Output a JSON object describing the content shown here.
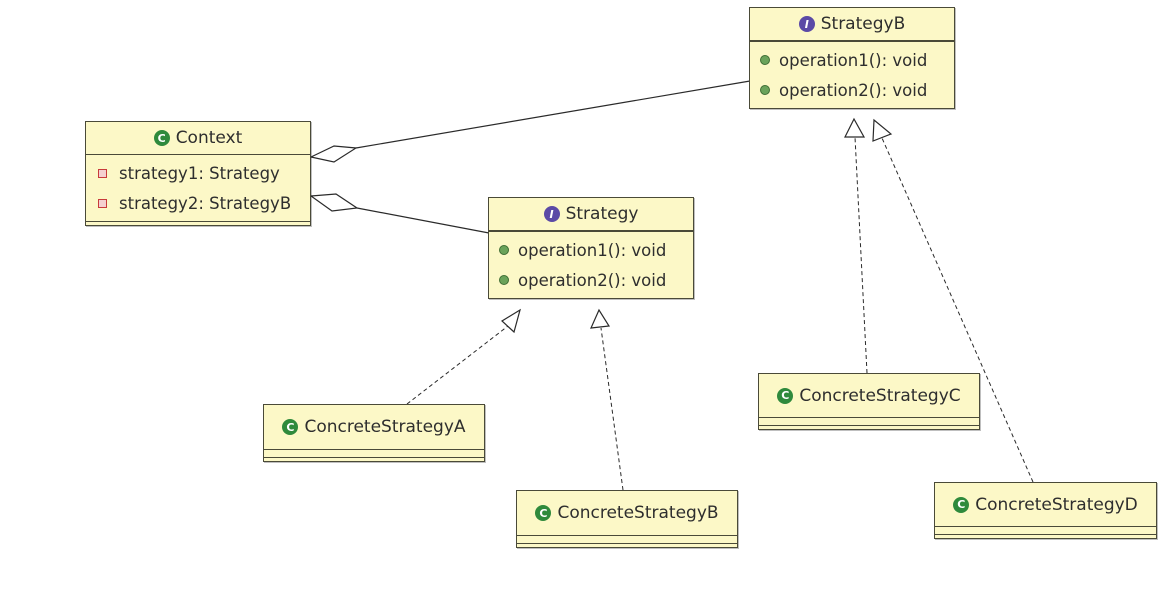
{
  "diagram": {
    "classes": {
      "context": {
        "name": "Context",
        "kind": "class",
        "kind_icon": "C",
        "fields": [
          "strategy1: Strategy",
          "strategy2: StrategyB"
        ]
      },
      "strategy": {
        "name": "Strategy",
        "kind": "interface",
        "kind_icon": "I",
        "methods": [
          "operation1(): void",
          "operation2(): void"
        ]
      },
      "strategyB": {
        "name": "StrategyB",
        "kind": "interface",
        "kind_icon": "I",
        "methods": [
          "operation1(): void",
          "operation2(): void"
        ]
      },
      "concreteA": {
        "name": "ConcreteStrategyA",
        "kind": "class",
        "kind_icon": "C"
      },
      "concreteB": {
        "name": "ConcreteStrategyB",
        "kind": "class",
        "kind_icon": "C"
      },
      "concreteC": {
        "name": "ConcreteStrategyC",
        "kind": "class",
        "kind_icon": "C"
      },
      "concreteD": {
        "name": "ConcreteStrategyD",
        "kind": "class",
        "kind_icon": "C"
      }
    },
    "relationships": [
      {
        "type": "aggregation",
        "from": "Context",
        "to": "StrategyB"
      },
      {
        "type": "aggregation",
        "from": "Context",
        "to": "Strategy"
      },
      {
        "type": "realization",
        "from": "ConcreteStrategyA",
        "to": "Strategy"
      },
      {
        "type": "realization",
        "from": "ConcreteStrategyB",
        "to": "Strategy"
      },
      {
        "type": "realization",
        "from": "ConcreteStrategyC",
        "to": "StrategyB"
      },
      {
        "type": "realization",
        "from": "ConcreteStrategyD",
        "to": "StrategyB"
      }
    ],
    "colors": {
      "box_fill": "#fcf8c7",
      "box_border": "#4a4a38",
      "class_icon": "#2f8a3c",
      "interface_icon": "#5b4aa6",
      "method_bullet": "#6aa35a",
      "field_icon": "#c83b3b"
    }
  }
}
